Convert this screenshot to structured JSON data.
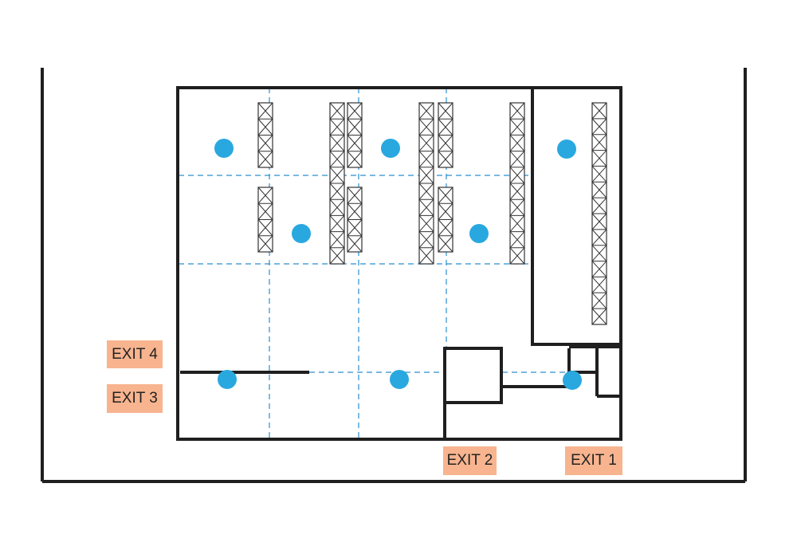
{
  "colors": {
    "wall": "#1f1f1f",
    "grid": "#2a8fd0",
    "sensor": "#29a8e0",
    "rack": "#333333",
    "exit_bg": "#f7b48f"
  },
  "exits": {
    "exit1": "EXIT 1",
    "exit2": "EXIT 2",
    "exit3": "EXIT 3",
    "exit4": "EXIT 4"
  },
  "legend": {
    "sensor_icon": "blue-circle",
    "rack_icon": "cross-box-stack"
  }
}
